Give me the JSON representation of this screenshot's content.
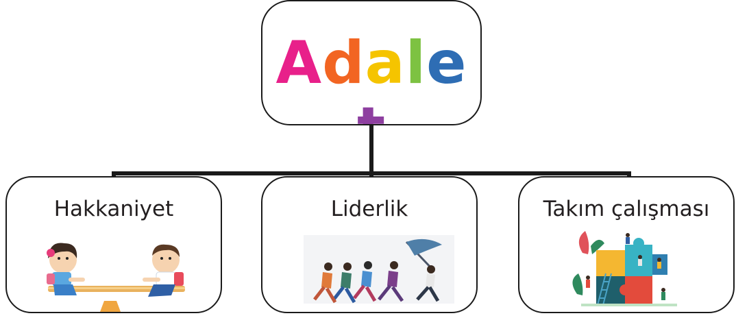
{
  "root": {
    "title": "Adalet",
    "letter_colors": [
      "#e8208a",
      "#f26522",
      "#f5c400",
      "#7dc242",
      "#2e6db4",
      "#8e3fa0"
    ]
  },
  "children": [
    {
      "label": "Hakkaniyet",
      "illustration": "children-seesaw"
    },
    {
      "label": "Liderlik",
      "illustration": "runners-following-flag-leader"
    },
    {
      "label": "Takım çalışması",
      "illustration": "people-assembling-puzzle"
    }
  ],
  "colors": {
    "line": "#1a1a1a",
    "border": "#1a1a1a",
    "text": "#231f20"
  }
}
